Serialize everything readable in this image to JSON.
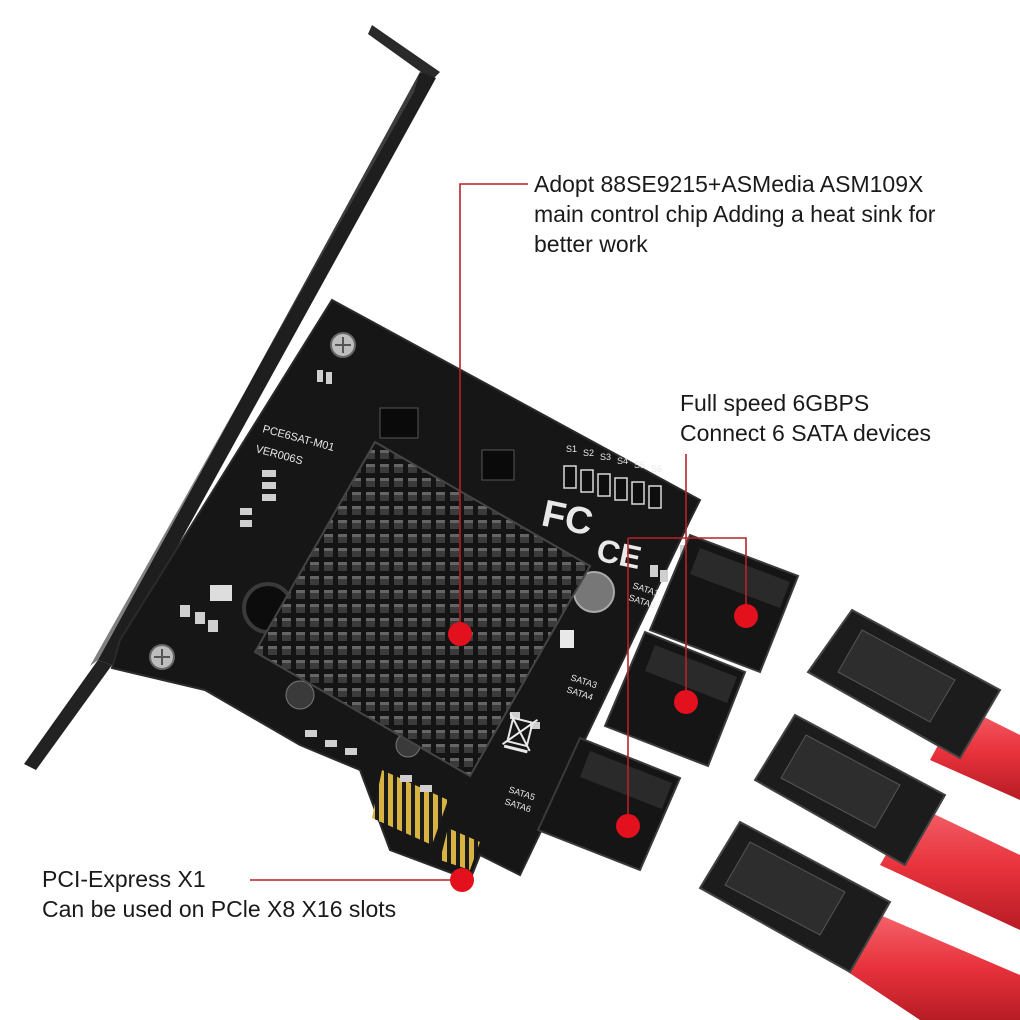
{
  "callouts": {
    "chip": {
      "line1": "Adopt 88SE9215+ASMedia ASM109X",
      "line2": "main control chip Adding a heat sink for",
      "line3": "better work"
    },
    "sata": {
      "line1": "Full speed 6GBPS",
      "line2": "Connect 6 SATA devices"
    },
    "pcie": {
      "line1": "PCI-Express X1",
      "line2": "Can be used on PCle X8 X16 slots"
    }
  },
  "board": {
    "model": "PCE6SAT-M01",
    "version": "VER006S",
    "fcc_mark": "FC",
    "ce_mark": "CE",
    "led_labels": [
      "S1",
      "S2",
      "S3",
      "S4",
      "S5",
      "S6"
    ],
    "port_labels": [
      "SATA1",
      "SATA2",
      "SATA3",
      "SATA4",
      "SATA5",
      "SATA6"
    ]
  },
  "colors": {
    "callout_line": "#b5232a",
    "callout_dot": "#e3101e",
    "pcb": "#161616",
    "bracket": "#1e1e1e",
    "cable": "#e8323c",
    "connector": "#202020"
  }
}
